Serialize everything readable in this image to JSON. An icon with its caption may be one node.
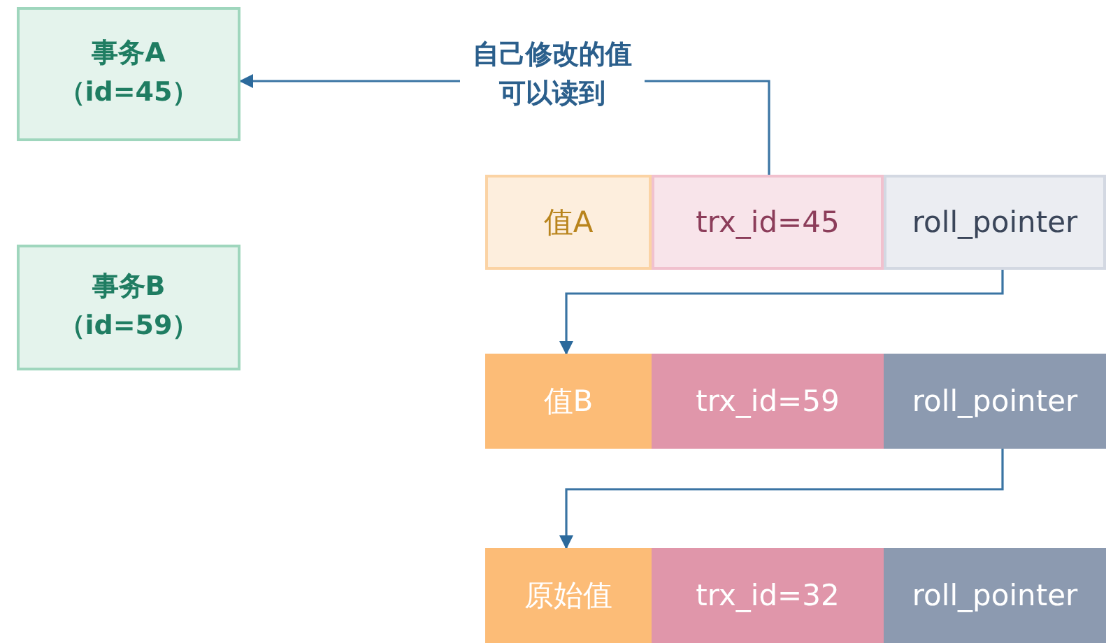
{
  "diagram": {
    "nodes": [
      {
        "text": [
          "事务A",
          "（id=45）"
        ]
      },
      {
        "text": [
          "事务B",
          "（id=59）"
        ]
      },
      {
        "text": [
          "值A"
        ]
      },
      {
        "text": [
          "trx_id=45"
        ]
      },
      {
        "text": [
          "roll_pointer"
        ]
      },
      {
        "text": [
          "值B"
        ]
      },
      {
        "text": [
          "trx_id=59"
        ]
      },
      {
        "text": [
          "roll_pointer"
        ]
      },
      {
        "text": [
          "原始值"
        ]
      },
      {
        "text": [
          "trx_id=32"
        ]
      },
      {
        "text": [
          "roll_pointer"
        ]
      }
    ],
    "edges": [
      {
        "from": 3,
        "to": 0,
        "arrow": "to",
        "label": "自己修改的值可以读到"
      },
      {
        "from": 4,
        "to": 5,
        "arrow": "to"
      },
      {
        "from": 7,
        "to": 8,
        "arrow": "to"
      }
    ]
  }
}
